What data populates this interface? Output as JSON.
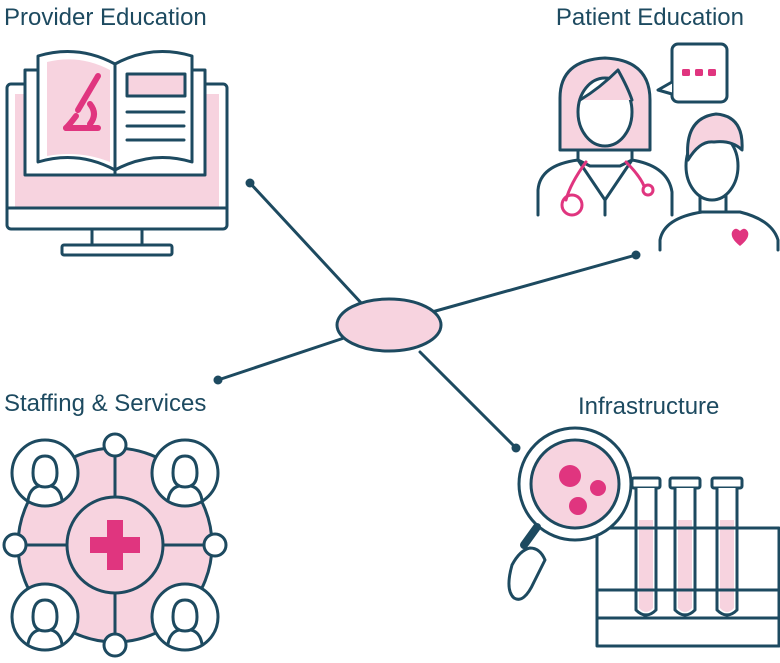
{
  "nodes": [
    {
      "id": "provider",
      "label": "Provider Education",
      "icon": "computer-book-microscope-icon"
    },
    {
      "id": "patient",
      "label": "Patient Education",
      "icon": "doctor-patient-chat-icon"
    },
    {
      "id": "staffing",
      "label": "Staffing & Services",
      "icon": "medical-team-network-icon"
    },
    {
      "id": "infrastructure",
      "label": "Infrastructure",
      "icon": "magnifier-test-tubes-icon"
    }
  ],
  "hub": {
    "icon": "hub-ellipse"
  },
  "colors": {
    "stroke": "#1d4a60",
    "pink_fill": "#f7d3df",
    "magenta": "#e0357f",
    "background": "#ffffff"
  }
}
